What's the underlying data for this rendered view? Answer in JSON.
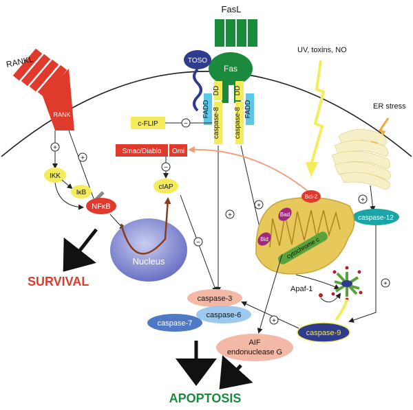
{
  "labels": {
    "fasl": "FasL",
    "rankl": "RANKL",
    "rank": "RANK",
    "toso": "TOSO",
    "fas": "Fas",
    "fadd": "FADD",
    "dd": "DD",
    "caspase8": "caspase-8",
    "uv": "UV, toxins, NO",
    "er_stress": "ER stress",
    "cflip": "c-FLIP",
    "smac": "Smac/Diablo",
    "omi": "Omi",
    "ciap": "cIAP",
    "ikk": "IKK",
    "ikb": "IκB",
    "nfkb": "NFκB",
    "nucleus": "Nucleus",
    "survival": "SURVIVAL",
    "bcl2": "Bcl-2",
    "bad": "Bad",
    "bid": "Bid",
    "cytochrome": "cytochrome c",
    "caspase12": "caspase-12",
    "apaf1": "Apaf-1",
    "caspase3": "caspase-3",
    "caspase6": "caspase-6",
    "caspase7": "caspase-7",
    "caspase9": "caspase-9",
    "aif1": "AIF",
    "aif2": "endonuclease G",
    "apoptosis": "APOPTOSIS",
    "plus": "+",
    "minus": "−"
  },
  "colors": {
    "red": "#e03a2c",
    "green": "#1a8a3c",
    "yellow": "#f4ec5a",
    "lightblue": "#5bc6e8",
    "navy": "#2f3b8c",
    "purple": "#a0287f",
    "salmon": "#f3b9a6",
    "teal": "#1aa6a6",
    "mito": "#e7c85a"
  }
}
